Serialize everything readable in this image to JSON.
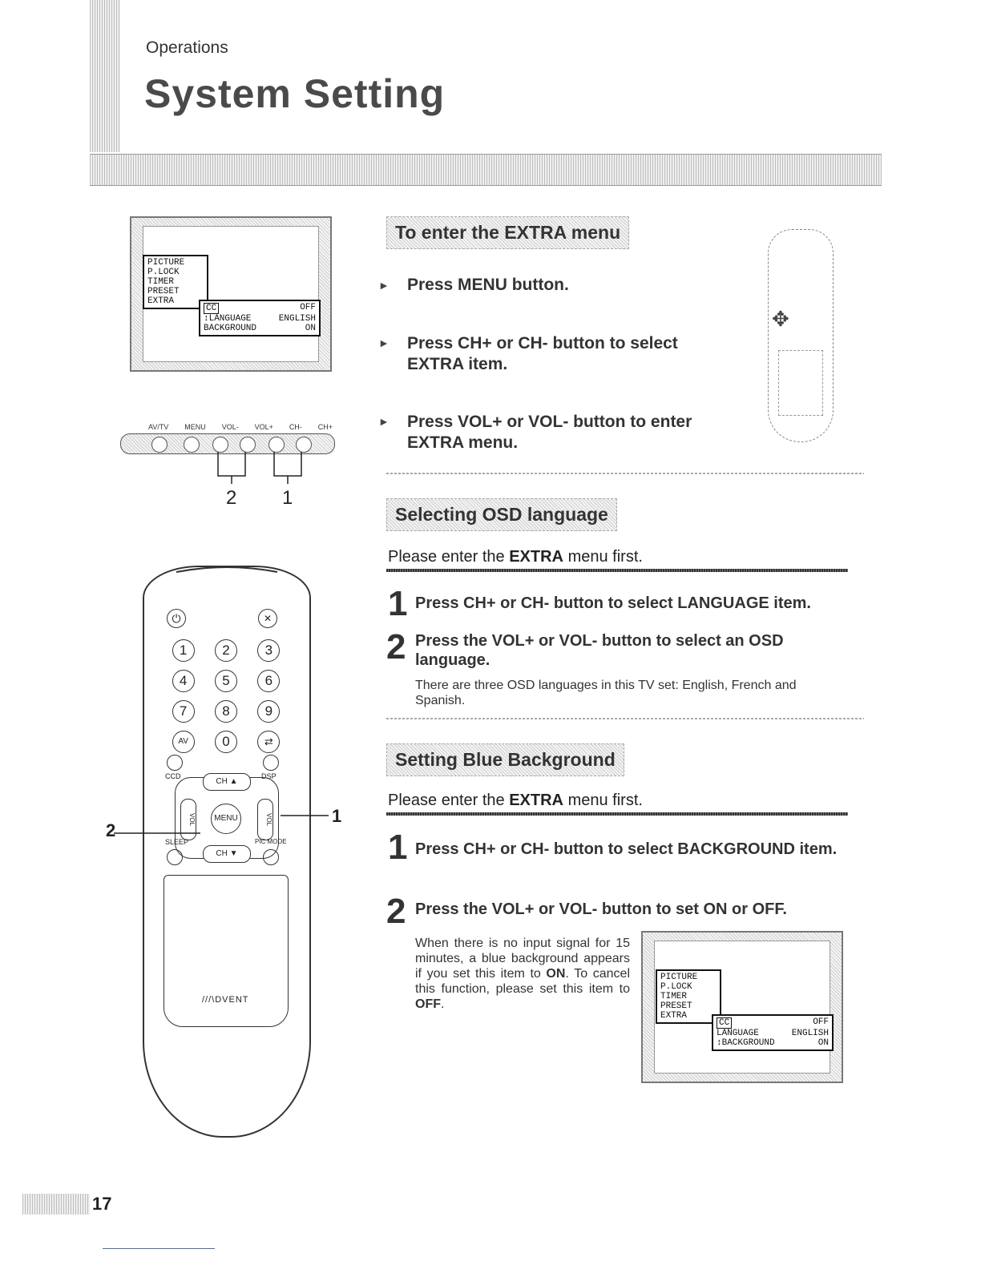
{
  "header": {
    "section": "Operations",
    "title": "System Setting"
  },
  "osd_menu_1": {
    "items": [
      "PICTURE",
      "P.LOCK",
      "TIMER",
      "PRESET",
      "EXTRA"
    ],
    "sub": {
      "cc": "CC",
      "cc_val": "OFF",
      "lang": "↕LANGUAGE",
      "lang_val": "ENGLISH",
      "bg": "BACKGROUND",
      "bg_val": "ON"
    }
  },
  "panel": {
    "labels": [
      "AV/TV",
      "MENU",
      "VOL-",
      "VOL+",
      "CH-",
      "CH+"
    ],
    "callout_left": "2",
    "callout_right": "1"
  },
  "remote": {
    "keys": [
      "1",
      "2",
      "3",
      "4",
      "5",
      "6",
      "7",
      "8",
      "9",
      "AV",
      "0"
    ],
    "ccd": "CCD",
    "dsp": "DSP",
    "ch_up": "CH",
    "ch_down": "CH",
    "menu": "MENU",
    "vol_left": "VOL",
    "vol_right": "VOL",
    "sleep": "SLEEP",
    "picmode": "PIC MODE",
    "brand": "///\\DVENT",
    "callout_left": "2",
    "callout_right": "1"
  },
  "enter_extra": {
    "heading": "To enter the EXTRA menu",
    "steps": [
      "Press MENU button.",
      "Press CH+ or CH- button to select EXTRA item.",
      "Press VOL+ or VOL- button to enter EXTRA menu."
    ]
  },
  "osd_language": {
    "heading": "Selecting OSD language",
    "intro_pre": "Please enter the ",
    "intro_bold": "EXTRA",
    "intro_post": " menu first.",
    "step1_num": "1",
    "step1": "Press CH+ or CH- button to select  LANGUAGE item.",
    "step2_num": "2",
    "step2": "Press the VOL+ or VOL- button to select an OSD language.",
    "step2_note": "There are three OSD languages in this TV set: English, French and Spanish."
  },
  "blue_background": {
    "heading": "Setting Blue Background",
    "intro_pre": "Please enter the ",
    "intro_bold": "EXTRA",
    "intro_post": " menu first.",
    "step1_num": "1",
    "step1": "Press CH+ or CH- button to select  BACKGROUND item.",
    "step2_num": "2",
    "step2": "Press the VOL+ or VOL- button to set ON or OFF.",
    "note_1": "When there is no input signal for 15 minutes, a blue background appears if you set this item to ",
    "note_on": "ON",
    "note_2": ". To cancel this function, please set this item to ",
    "note_off": "OFF",
    "note_3": "."
  },
  "osd_menu_2": {
    "items": [
      "PICTURE",
      "P.LOCK",
      "TIMER",
      "PRESET",
      "EXTRA"
    ],
    "sub": {
      "cc": "CC",
      "cc_val": "OFF",
      "lang": "LANGUAGE",
      "lang_val": "ENGLISH",
      "bg": "↕BACKGROUND",
      "bg_val": "ON"
    }
  },
  "footer": {
    "page_number": "17"
  }
}
